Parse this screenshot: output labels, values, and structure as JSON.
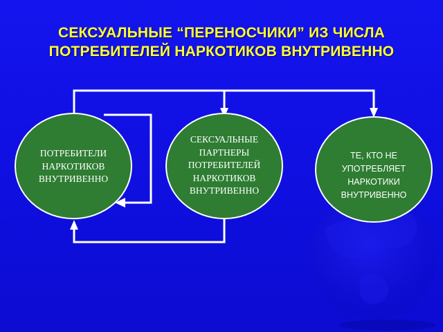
{
  "slide": {
    "title_line1": "СЕКСУАЛЬНЫЕ “ПЕРЕНОСЧИКИ” ИЗ ЧИСЛА",
    "title_line2": "ПОТРЕБИТЕЛЕЙ НАРКОТИКОВ ВНУТРИВЕННО"
  },
  "nodes": {
    "left": {
      "lines": [
        "ПОТРЕБИТЕЛИ",
        "НАРКОТИКОВ",
        "ВНУТРИВЕННО"
      ]
    },
    "center": {
      "lines": [
        "СЕКСУАЛЬНЫЕ",
        "ПАРТНЕРЫ",
        "ПОТРЕБИТЕЛЕЙ",
        "НАРКОТИКОВ",
        "ВНУТРИВЕННО"
      ]
    },
    "right": {
      "lines": [
        "ТЕ, КТО НЕ",
        "УПОТРЕБЛЯЕТ",
        "НАРКОТИКИ",
        "ВНУТРИВЕННО"
      ]
    }
  },
  "colors": {
    "background": "#1010e8",
    "title": "#ffff33",
    "node_fill": "#2e7d32",
    "node_stroke": "#ffffff",
    "arrow": "#ffffff"
  }
}
